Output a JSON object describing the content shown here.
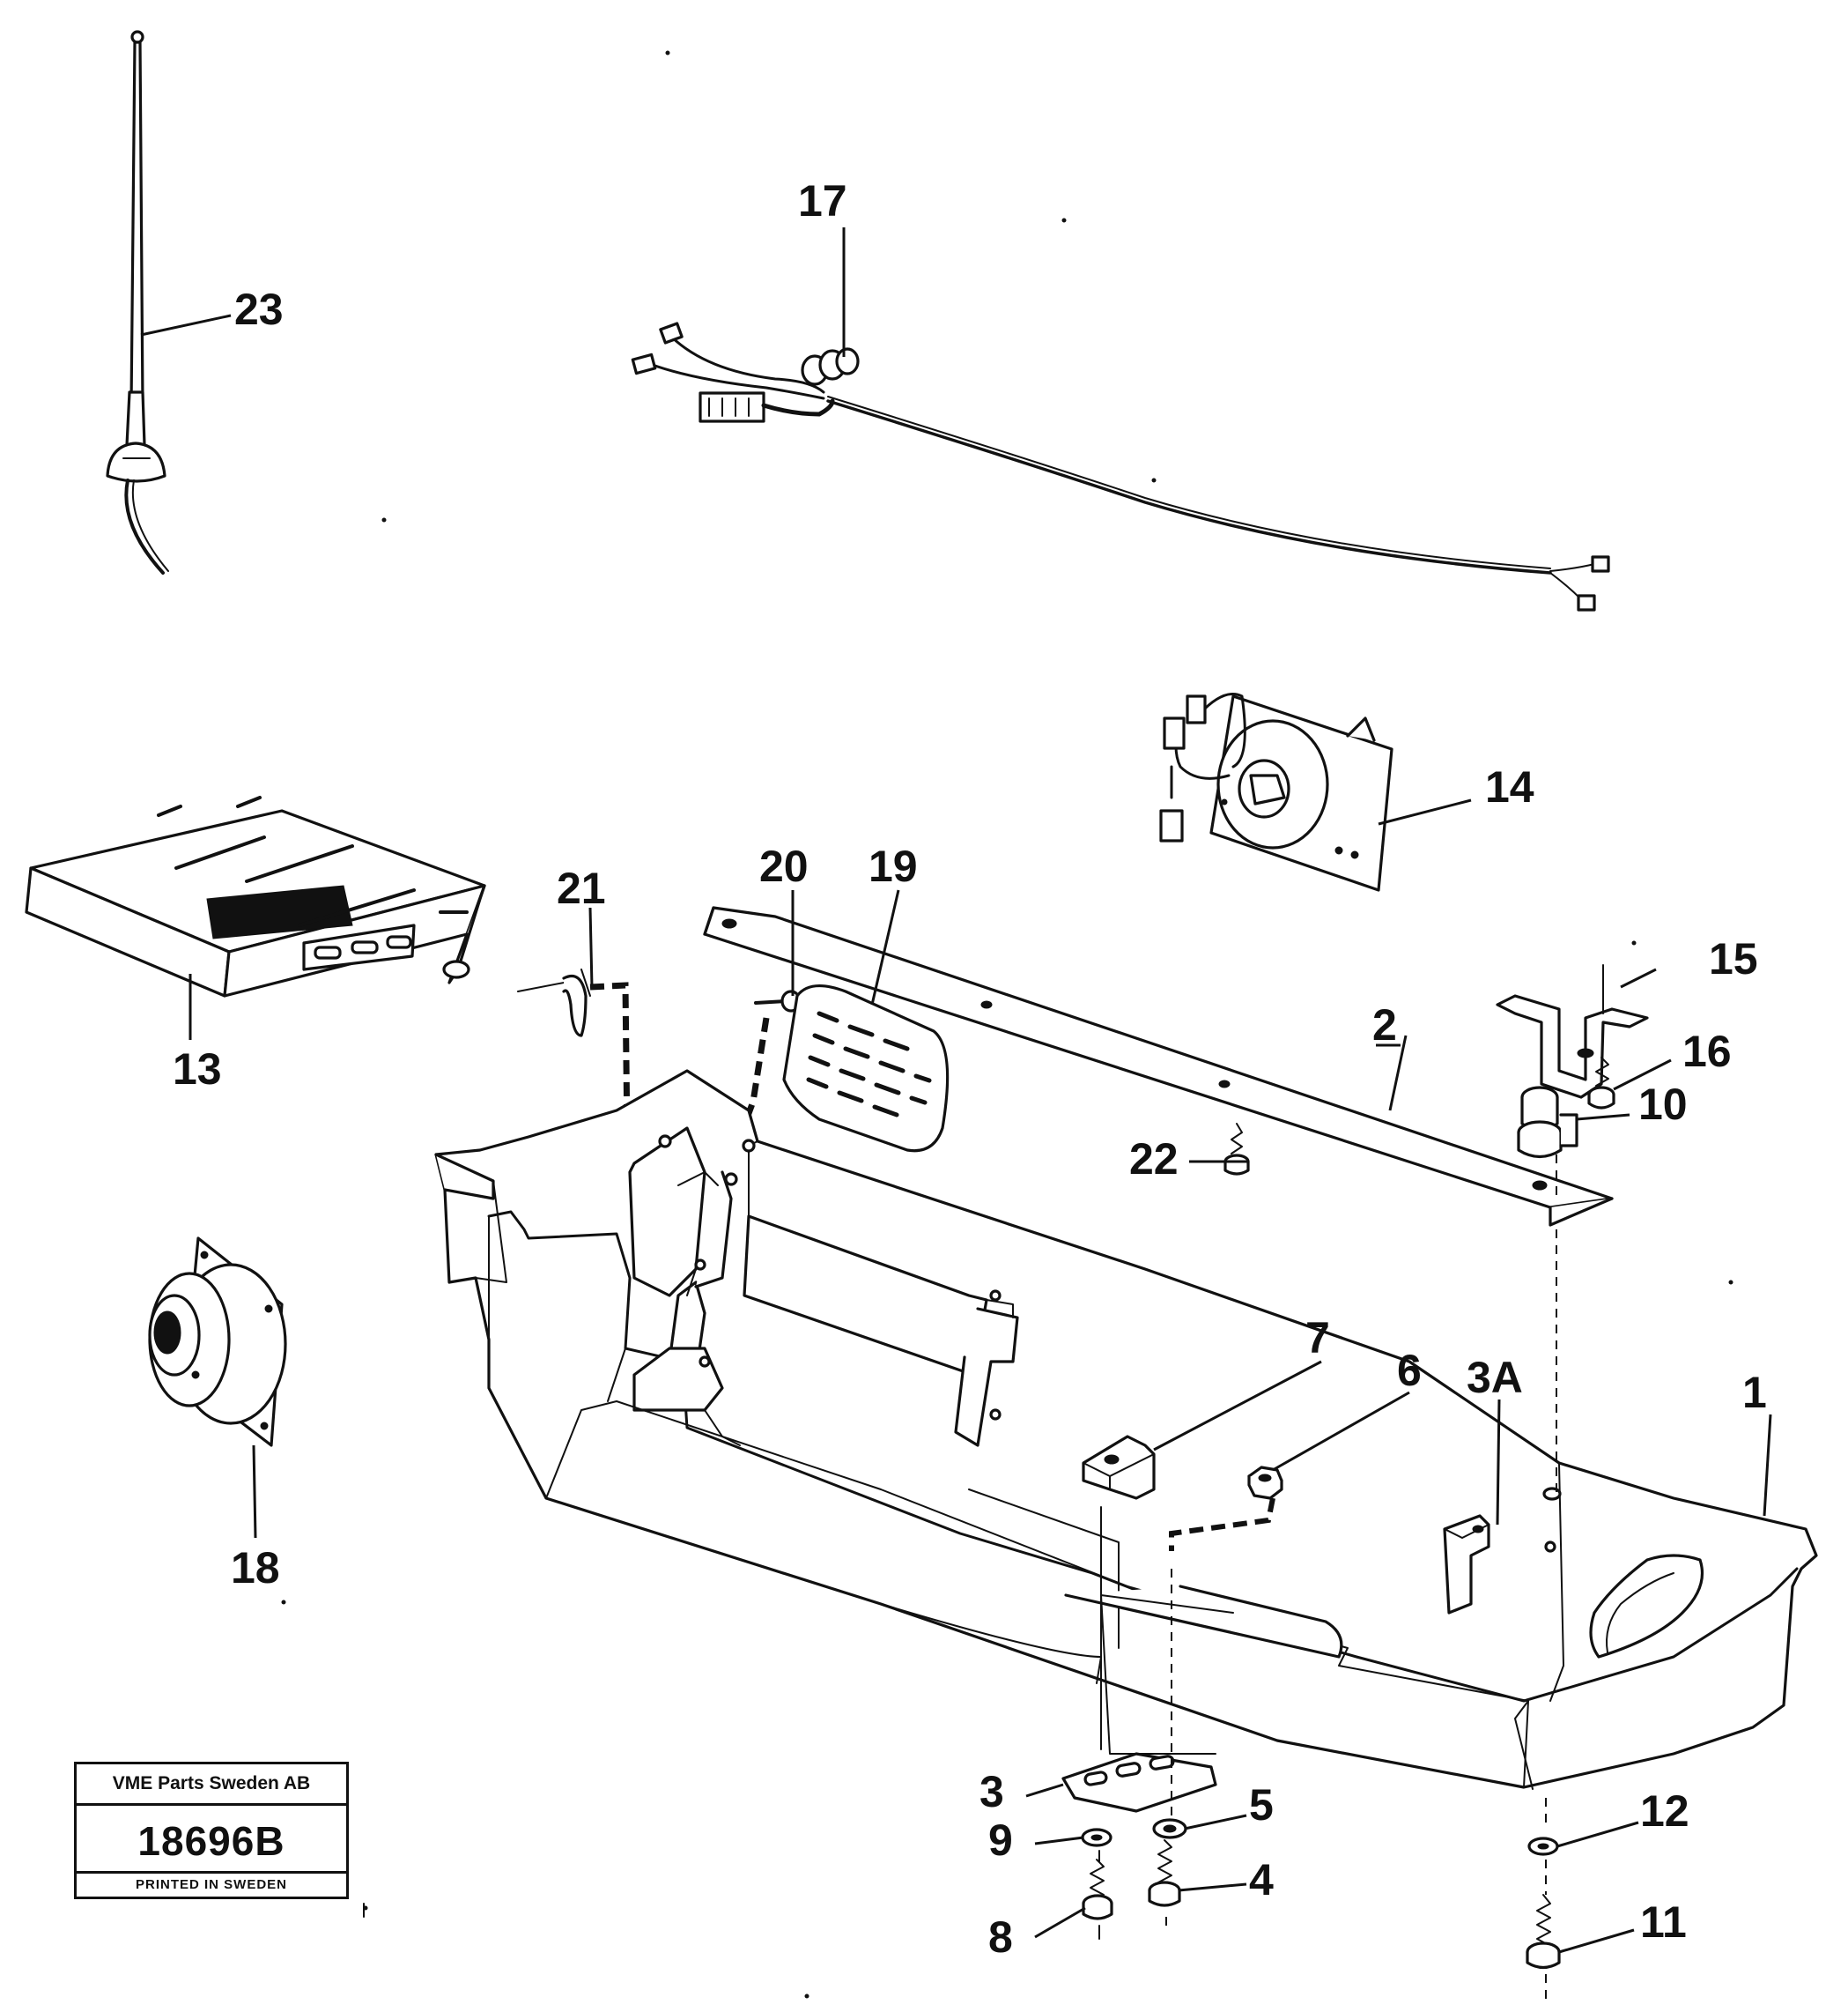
{
  "drawing_number": "18696B",
  "stamp": {
    "company": "VME Parts Sweden AB",
    "number": "18696B",
    "printed": "PRINTED IN SWEDEN"
  },
  "callouts": {
    "p1": "1",
    "p2": "2",
    "p3": "3",
    "p3a": "3A",
    "p4": "4",
    "p5": "5",
    "p6": "6",
    "p7": "7",
    "p8": "8",
    "p9": "9",
    "p10": "10",
    "p11": "11",
    "p12": "12",
    "p13": "13",
    "p14": "14",
    "p15": "15",
    "p16": "16",
    "p17": "17",
    "p18": "18",
    "p19": "19",
    "p20": "20",
    "p21": "21",
    "p22": "22",
    "p23": "23"
  }
}
